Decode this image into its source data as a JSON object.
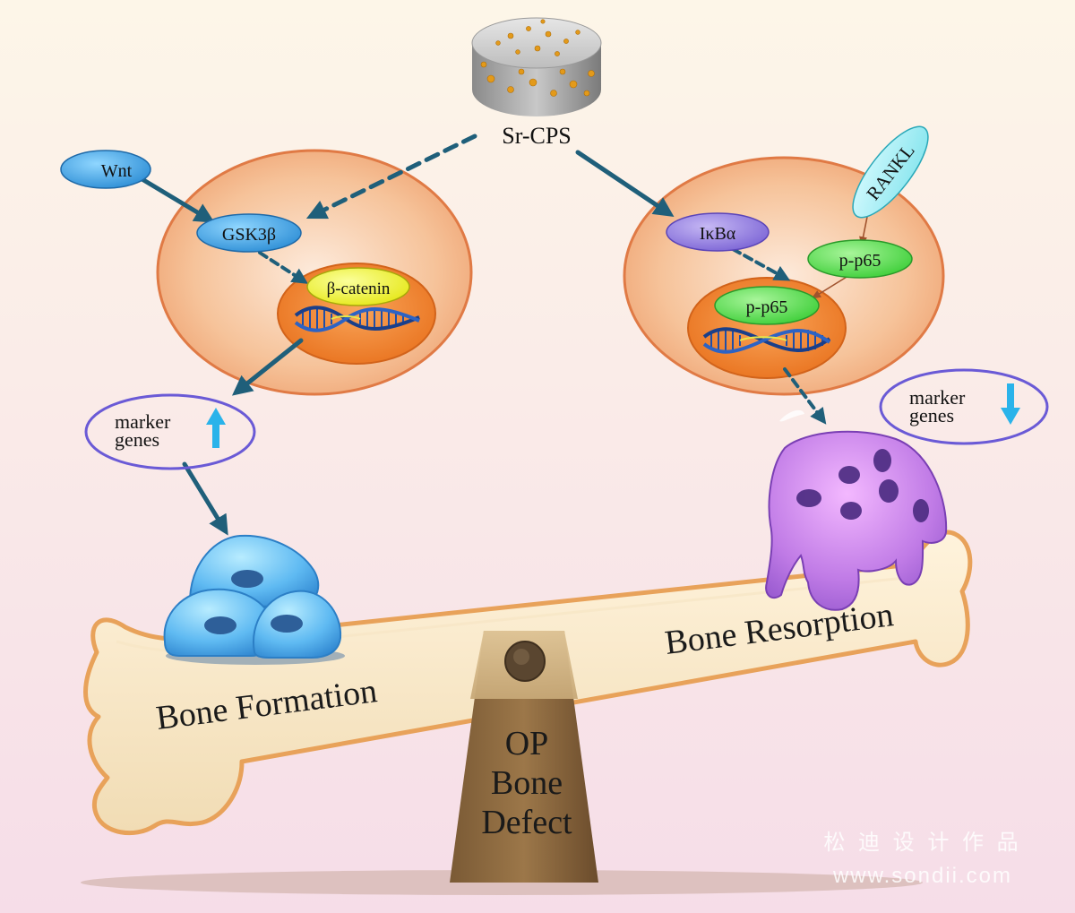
{
  "labels": {
    "material": "Sr-CPS",
    "wnt": "Wnt",
    "gsk3b": "GSK3β",
    "bcatenin": "β-catenin",
    "ikba": "IκBα",
    "rankl": "RANKL",
    "pp65_cyto": "p-p65",
    "pp65_nuc": "p-p65",
    "marker_left_line1": "marker",
    "marker_left_line2": "genes",
    "marker_right_line1": "marker",
    "marker_right_line2": "genes",
    "bone_formation": "Bone Formation",
    "bone_resorption": "Bone Resorption",
    "fulcrum_line1": "OP",
    "fulcrum_line2": "Bone",
    "fulcrum_line3": "Defect",
    "watermark_cn": "松 迪 设 计 作 品",
    "watermark_url": "www.sondii.com"
  },
  "colors": {
    "arrow": "#1f5f7a",
    "cell_fill": "#f4b98a",
    "cell_stroke": "#e07a45",
    "nucleus_fill": "#f08a2e",
    "marker_ring": "#6a5ad6",
    "up_arrow": "#2ab3ea",
    "down_arrow": "#2ab3ea"
  }
}
